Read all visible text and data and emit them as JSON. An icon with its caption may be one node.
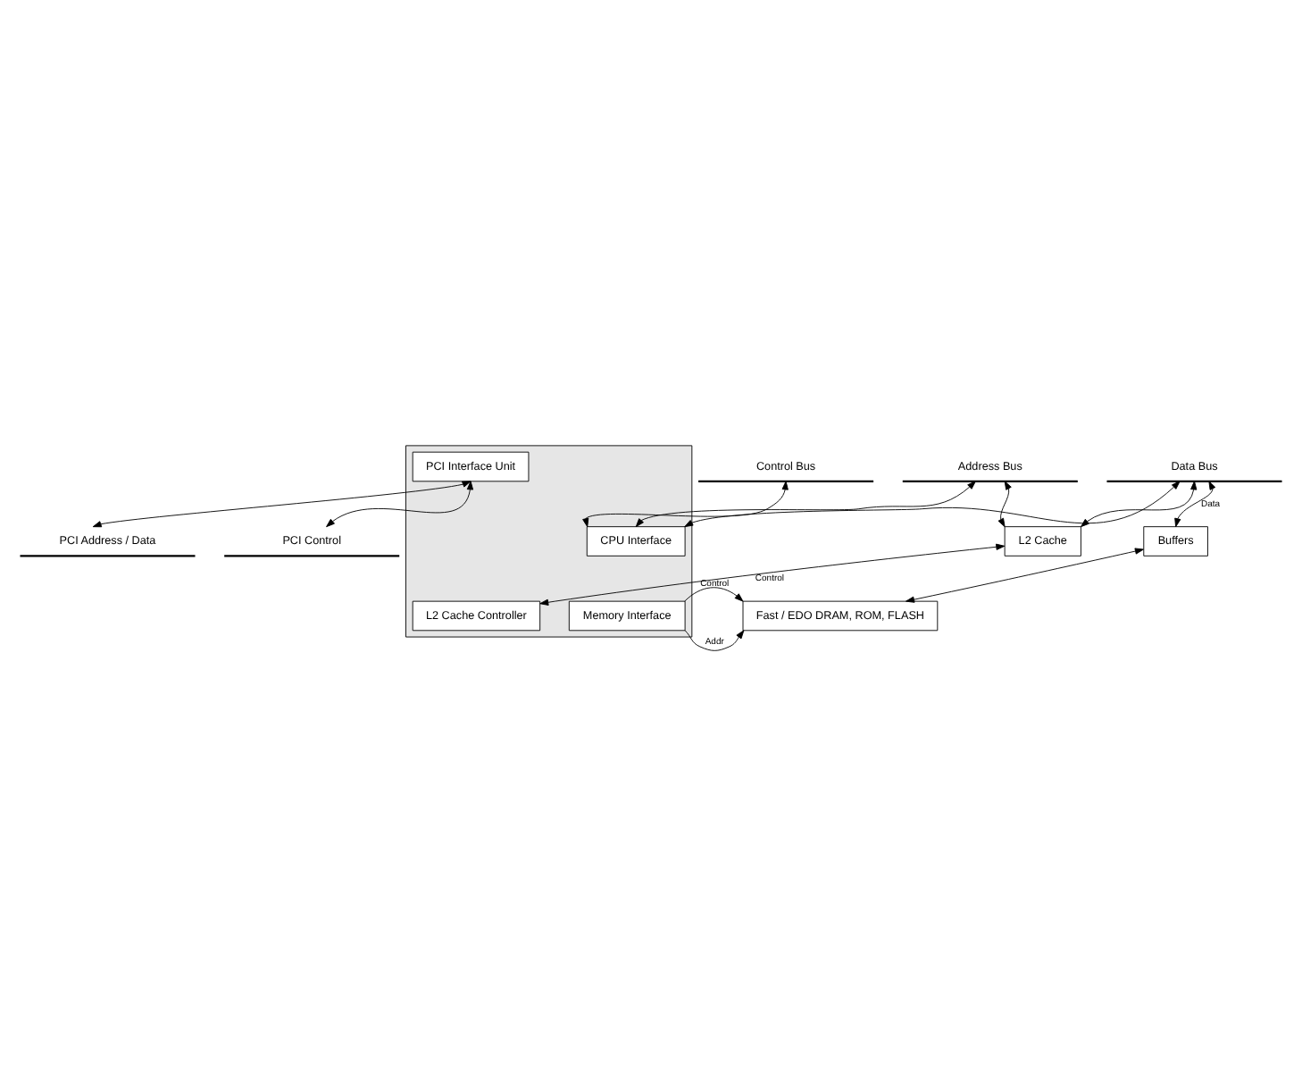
{
  "diagram": {
    "nodes": [
      {
        "text": [
          "Data Bus"
        ]
      },
      {
        "text": [
          "Address Bus"
        ]
      },
      {
        "text": [
          "Control Bus"
        ]
      },
      {
        "text": [
          "L2 Cache"
        ]
      },
      {
        "text": [],
        "shape": "box"
      },
      {
        "text": [
          "CPU Interface"
        ],
        "in": 4
      },
      {
        "text": [
          "L2 Cache Controller"
        ],
        "in": 4
      },
      {
        "text": [
          "Memory Interface"
        ],
        "in": 4
      },
      {
        "text": [
          "PCI Interface Unit"
        ],
        "in": 4
      },
      {
        "text": [
          "Buffers"
        ]
      },
      {
        "text": [
          "Fast / EDO DRAM, ROM, FLASH"
        ]
      },
      {
        "text": [
          "PCI Address / Data"
        ]
      },
      {
        "text": [
          "PCI Control"
        ]
      }
    ],
    "edges": [
      {
        "from": 2,
        "to": 5,
        "arrow": "both"
      },
      {
        "from": 1,
        "to": 5,
        "arrow": "both"
      },
      {
        "from": 0,
        "to": 5,
        "arrow": "both"
      },
      {
        "from": 1,
        "to": 3,
        "arrow": "both"
      },
      {
        "from": 0,
        "to": 3,
        "arrow": "both"
      },
      {
        "from": 0,
        "to": 9,
        "label": "Data",
        "arrow": "both"
      },
      {
        "from": 3,
        "to": 6,
        "label": "Control",
        "arrow": "both"
      },
      {
        "from": 9,
        "to": 10,
        "arrow": "both"
      },
      {
        "from": 7,
        "to": 10,
        "label": "Control",
        "arrow": "to"
      },
      {
        "from": 7,
        "to": 10,
        "label": "Addr",
        "arrow": "to"
      },
      {
        "from": 8,
        "to": 11,
        "arrow": "both"
      },
      {
        "from": 8,
        "to": 12,
        "arrow": "both"
      }
    ]
  }
}
